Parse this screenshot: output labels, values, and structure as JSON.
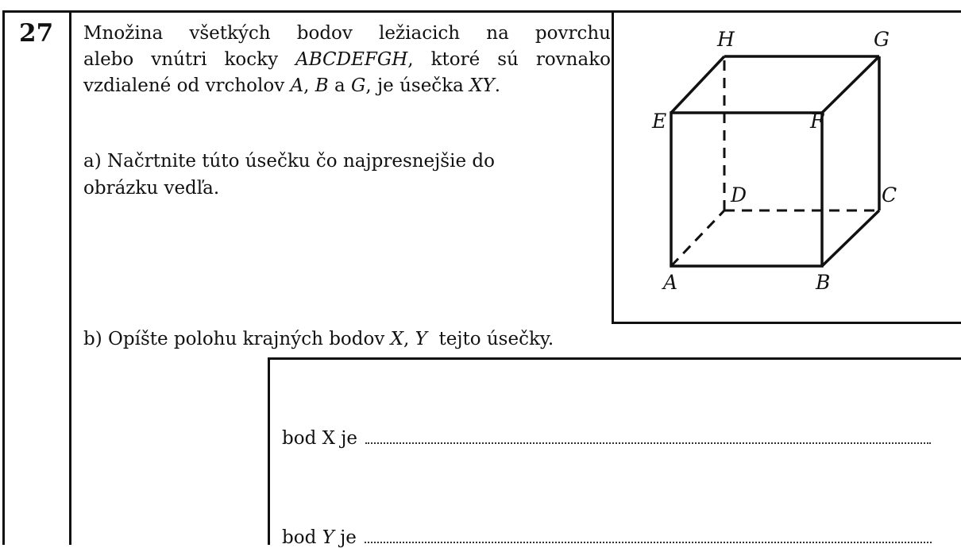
{
  "question_number": "27",
  "intro": {
    "line1": "Množina všetkých bodov ležiacich na povrchu",
    "line2_pre": "alebo vnútri kocky ",
    "line2_cube": "ABCDEFGH",
    "line2_post": ", ktoré sú rovnako",
    "line3_pre": "vzdialené od vrcholov ",
    "line3_a": "A",
    "line3_sep1": ", ",
    "line3_b": "B",
    "line3_sep2": " a ",
    "line3_g": "G",
    "line3_mid": ", je úsečka ",
    "line3_xy": "XY",
    "line3_end": "."
  },
  "part_a": {
    "line1": "a) Načrtnite túto úsečku čo najpresnejšie do",
    "line2": "obrázku vedľa."
  },
  "part_b": {
    "pre": "b) Opíšte polohu krajných bodov ",
    "x": "X",
    "sep": ", ",
    "y": "Y",
    "post": "  tejto úsečky."
  },
  "cube_labels": {
    "A": "A",
    "B": "B",
    "C": "C",
    "D": "D",
    "E": "E",
    "F": "F",
    "G": "G",
    "H": "H"
  },
  "answers": {
    "x_pre": "bod X je",
    "y_pre": "bod ",
    "y_var": "Y",
    "y_post": " je"
  }
}
